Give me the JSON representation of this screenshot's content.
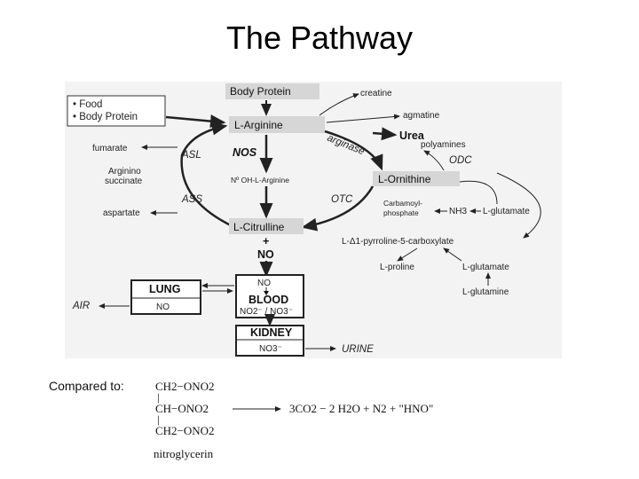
{
  "title": "The Pathway",
  "diagram": {
    "inputs": [
      "• Food",
      "• Body Protein"
    ],
    "body_protein": "Body Protein",
    "l_arginine": "L-Arginine",
    "creatine": "creatine",
    "agmatine": "agmatine",
    "urea": "Urea",
    "arginase": "arginase",
    "polyamines": "polyamines",
    "odc": "ODC",
    "fumarate": "fumarate",
    "asl": "ASL",
    "nos": "NOS",
    "argininosuccinate_1": "Arginino",
    "argininosuccinate_2": "succinate",
    "intermediate": "Nº OH-L-Arginine",
    "l_ornithine": "L-Ornithine",
    "ass": "ASS",
    "otc": "OTC",
    "carbamoyl_1": "Carbamoyl-",
    "carbamoyl_2": "phosphate",
    "nh3": "NH3",
    "l_glutamate_1": "L-glutamate",
    "aspartate": "aspartate",
    "l_citrulline": "L-Citrulline",
    "p5c": "L-Δ1-pyrroline-5-carboxylate",
    "plus": "+",
    "no": "NO",
    "l_proline": "L-proline",
    "l_glutamate_2": "L-glutamate",
    "lung": "LUNG",
    "lung_no": "NO",
    "blood_no": "NO",
    "blood": "BLOOD",
    "blood_products": "NO2⁻ / NO3⁻",
    "l_glutamine": "L-glutamine",
    "air": "AIR",
    "kidney": "KIDNEY",
    "kidney_no3": "NO3⁻",
    "urine": "URINE"
  },
  "comparison": {
    "label": "Compared to:",
    "line1": "CH2−ONO2",
    "bar1": "|",
    "line2": "CH−ONO2",
    "bar2": "|",
    "line3": "CH2−ONO2",
    "name": "nitroglycerin",
    "products": "3CO2 − 2 H2O + N2 + \"HNO\""
  }
}
